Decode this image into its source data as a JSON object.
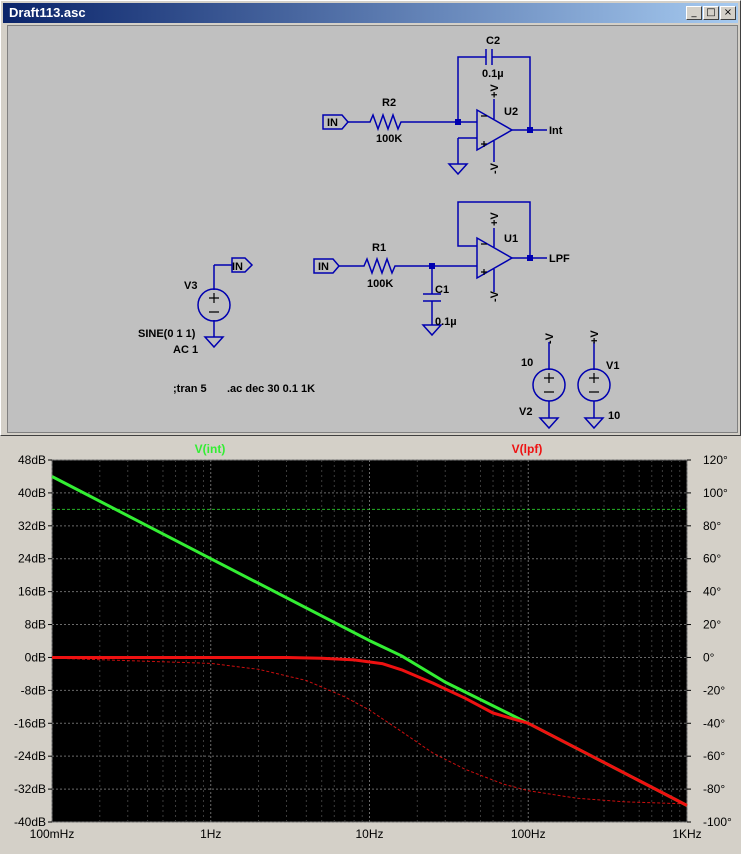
{
  "window": {
    "title": "Draft113.asc",
    "buttons": {
      "minimize": "_",
      "maximize": "□",
      "close": "×"
    }
  },
  "schematic": {
    "c2": {
      "name": "C2",
      "value": "0.1µ"
    },
    "r2": {
      "name": "R2",
      "value": "100K"
    },
    "u2": {
      "name": "U2",
      "vplus": "+V",
      "vminus": "-V"
    },
    "int_label": "Int",
    "in1": "IN",
    "r1": {
      "name": "R1",
      "value": "100K"
    },
    "u1": {
      "name": "U1",
      "vplus": "+V",
      "vminus": "-V"
    },
    "c1": {
      "name": "C1",
      "value": "0.1µ"
    },
    "lpf_label": "LPF",
    "in2": "IN",
    "in3": "IN",
    "v3": {
      "name": "V3",
      "spec": "SINE(0 1 1)",
      "ac": "AC 1"
    },
    "directives": {
      "tran": ";tran 5",
      "ac": ".ac dec 30 0.1 1K"
    },
    "v2": {
      "name": "V2",
      "value": "10",
      "net": "-V"
    },
    "v1": {
      "name": "V1",
      "value": "10",
      "net": "+V"
    }
  },
  "colors": {
    "wire": "#0000b0",
    "plot_bg": "#000000",
    "series_int": "#33ee33",
    "series_lpf": "#ee1111",
    "grid": "#505050"
  },
  "chart_data": {
    "type": "line",
    "x_scale": "log",
    "xlim": [
      0.1,
      1000
    ],
    "x_ticks": [
      "100mHz",
      "1Hz",
      "10Hz",
      "100Hz",
      "1KHz"
    ],
    "ylim": [
      -40,
      48
    ],
    "y_ticks": [
      "48dB",
      "40dB",
      "32dB",
      "24dB",
      "16dB",
      "8dB",
      "0dB",
      "-8dB",
      "-16dB",
      "-24dB",
      "-32dB",
      "-40dB"
    ],
    "y2lim": [
      -100,
      120
    ],
    "y2_ticks": [
      "120°",
      "100°",
      "80°",
      "60°",
      "40°",
      "20°",
      "0°",
      "-20°",
      "-40°",
      "-60°",
      "-80°",
      "-100°"
    ],
    "grid": true,
    "series": [
      {
        "name": "V(int)",
        "color": "#33ee33",
        "magnitude": {
          "x": [
            0.1,
            1,
            10,
            15.9,
            30,
            100,
            1000
          ],
          "y": [
            44,
            24,
            4.1,
            0.4,
            -6,
            -16,
            -36
          ]
        },
        "phase": {
          "x": [
            0.1,
            1000
          ],
          "y": [
            90,
            90
          ]
        }
      },
      {
        "name": "V(lpf)",
        "color": "#ee1111",
        "magnitude": {
          "x": [
            0.1,
            1,
            3,
            5,
            8,
            12,
            15.9,
            25,
            40,
            60,
            100,
            300,
            1000
          ],
          "y": [
            0,
            0,
            0,
            -0.2,
            -0.6,
            -1.5,
            -3,
            -6.2,
            -9.9,
            -13.5,
            -16,
            -25.5,
            -36
          ]
        },
        "phase": {
          "x": [
            0.1,
            1,
            2,
            4,
            7,
            10,
            15.9,
            25,
            40,
            70,
            100,
            200,
            400,
            1000
          ],
          "y": [
            -0.4,
            -3.6,
            -7.2,
            -14,
            -24,
            -32,
            -45,
            -58,
            -68,
            -77,
            -81,
            -85.5,
            -87.7,
            -89
          ]
        }
      }
    ]
  }
}
